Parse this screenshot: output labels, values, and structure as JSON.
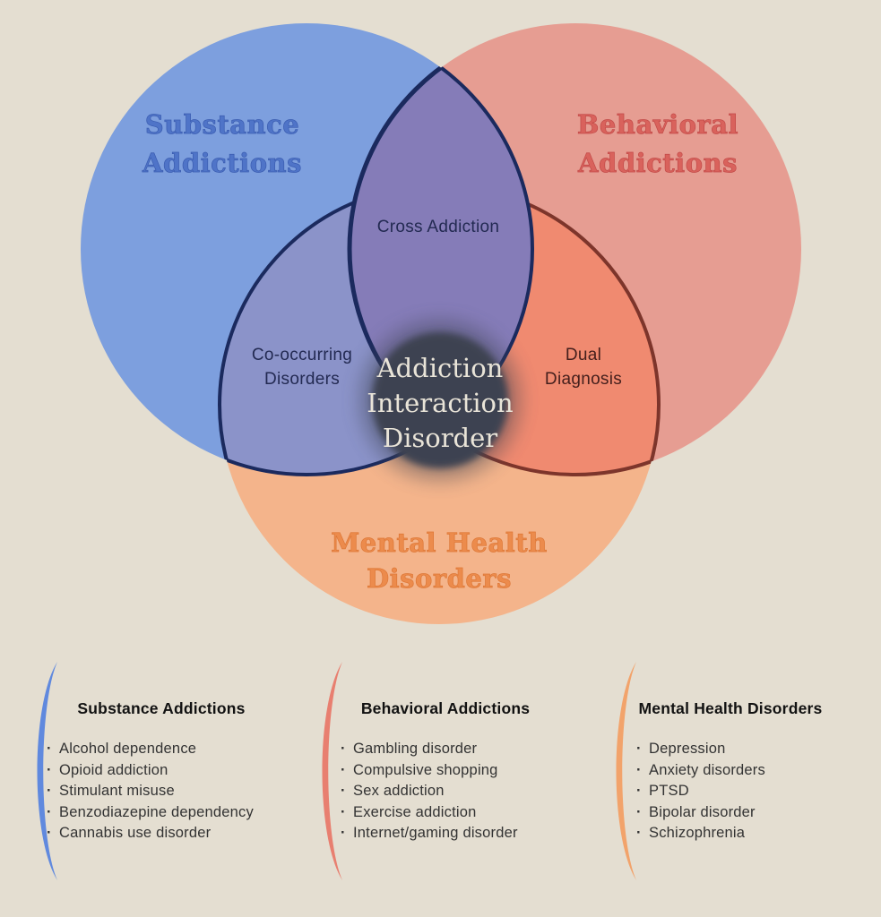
{
  "colors": {
    "background": "#e4ded1",
    "substance_circle": "#7d9fde",
    "behavioral_circle": "#e69d92",
    "mental_circle": "#f4b48b",
    "substance_behavioral_overlap": "#857cb8",
    "substance_mental_overlap": "#8b93c9",
    "behavioral_mental_overlap": "#f08a70",
    "overlap_stroke_navy": "#1b2a5e",
    "overlap_stroke_maroon": "#7d352b",
    "center_circle": "#3d4351",
    "center_text": "#e9e4d8",
    "substance_title": "#4f74c8",
    "behavioral_title": "#d9625c",
    "mental_title": "#ec8b4c",
    "overlap_label_navy": "#232a52",
    "overlap_label_maroon": "#441f1c",
    "substance_bracket": "#6089de",
    "behavioral_bracket": "#e87f70",
    "mental_bracket": "#f2a36b",
    "list_heading": "#121212",
    "list_text": "#333333"
  },
  "venn": {
    "circle_titles": {
      "substance": "Substance Addictions",
      "behavioral": "Behavioral Addictions",
      "mental": "Mental Health Disorders"
    },
    "overlap_labels": {
      "substance_behavioral": "Cross Addiction",
      "substance_mental": "Co-occurring Disorders",
      "behavioral_mental": "Dual Diagnosis"
    },
    "center_label": "Addiction Interaction Disorder"
  },
  "panels": [
    {
      "heading": "Substance Addictions",
      "items": [
        "Alcohol dependence",
        "Opioid addiction",
        "Stimulant misuse",
        "Benzodiazepine dependency",
        "Cannabis use disorder"
      ]
    },
    {
      "heading": "Behavioral Addictions",
      "items": [
        "Gambling disorder",
        "Compulsive shopping",
        "Sex addiction",
        "Exercise addiction",
        "Internet/gaming disorder"
      ]
    },
    {
      "heading": "Mental Health Disorders",
      "items": [
        "Depression",
        "Anxiety disorders",
        "PTSD",
        "Bipolar disorder",
        "Schizophrenia"
      ]
    }
  ]
}
